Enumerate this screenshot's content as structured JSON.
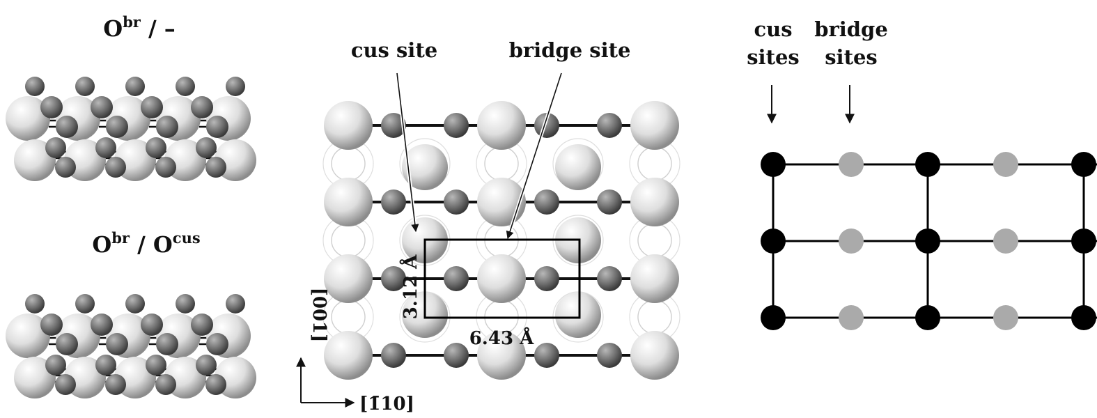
{
  "left_panel": {
    "top_label": {
      "base": "O",
      "sup": "br",
      "suffix": " / –"
    },
    "bottom_label": {
      "base1": "O",
      "sup1": "br",
      "sep": " / O",
      "sup2": "cus"
    }
  },
  "middle_panel": {
    "cus_site_label": "cus site",
    "bridge_site_label": "bridge site",
    "dim_vertical": "3.12 Å",
    "dim_horizontal": "6.43 Å",
    "axis_vertical": "[001]",
    "axis_horizontal": "[1̄10]"
  },
  "right_panel": {
    "cus_label_line1": "cus",
    "cus_label_line2": "sites",
    "bridge_label_line1": "bridge",
    "bridge_label_line2": "sites",
    "colors": {
      "cus": "#000000",
      "bridge": "#aaaaaa",
      "lines": "#000000"
    }
  }
}
